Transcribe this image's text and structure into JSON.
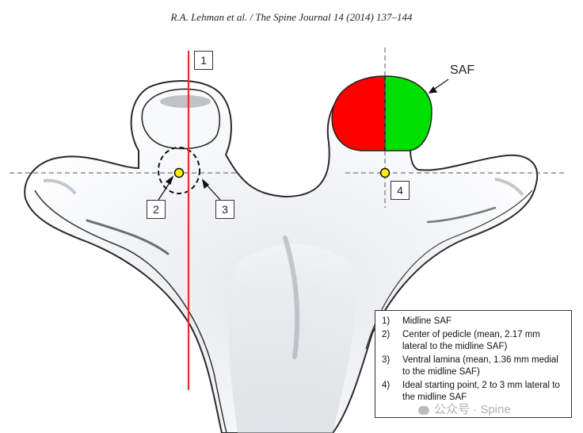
{
  "header": {
    "citation": "R.A. Lehman et al. / The Spine Journal 14 (2014) 137–144"
  },
  "figure": {
    "saf_label": "SAF",
    "callouts": [
      "1",
      "2",
      "3",
      "4"
    ],
    "colors": {
      "midline": "#e8302a",
      "saf_left": "#ff0000",
      "saf_right": "#00e000",
      "marker": "#ffee00"
    }
  },
  "legend": {
    "items": [
      {
        "num": "1)",
        "text": "Midline SAF"
      },
      {
        "num": "2)",
        "text": "Center of pedicle (mean, 2.17 mm lateral to the midline SAF)"
      },
      {
        "num": "3)",
        "text": "Ventral lamina (mean, 1.36 mm medial to the midline SAF)"
      },
      {
        "num": "4)",
        "text": "Ideal starting point, 2 to 3 mm lateral to the midline SAF"
      }
    ]
  },
  "watermark": {
    "text": "公众号 · Spine"
  }
}
